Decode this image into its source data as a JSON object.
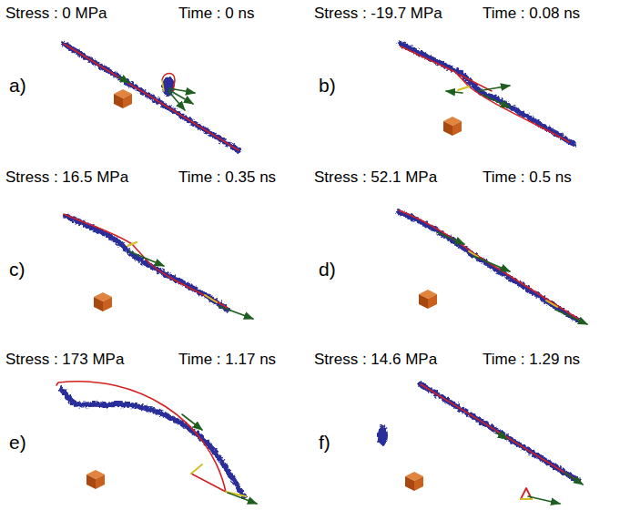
{
  "diagram": {
    "labels": [
      "Stress : 0 MPa",
      "Time : 0 ns",
      "Stress : -19.7 MPa",
      "Time : 0.08 ns",
      "a)",
      "b)",
      "Stress : 16.5 MPa",
      "Time : 0.35 ns",
      "Stress : 52.1 MPa",
      "Time : 0.5 ns",
      "c)",
      "d)",
      "Stress : 173 MPa",
      "Time : 1.17 ns",
      "Stress : 14.6 MPa",
      "Time : 1.29 ns",
      "e)",
      "f)"
    ]
  }
}
